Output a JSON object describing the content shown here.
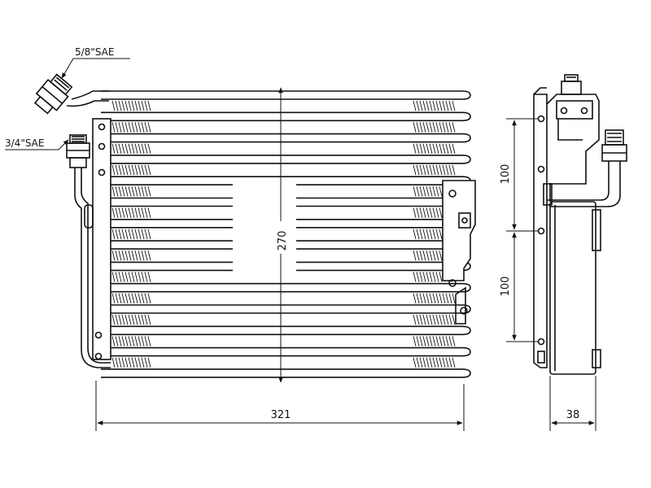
{
  "labels": {
    "fitting_top": "5/8\"SAE",
    "fitting_side": "3/4\"SAE"
  },
  "dimensions": {
    "width": "321",
    "height": "270",
    "depth": "38",
    "spacing_upper": "100",
    "spacing_lower": "100"
  },
  "colors": {
    "line": "#111111",
    "background": "#ffffff"
  }
}
